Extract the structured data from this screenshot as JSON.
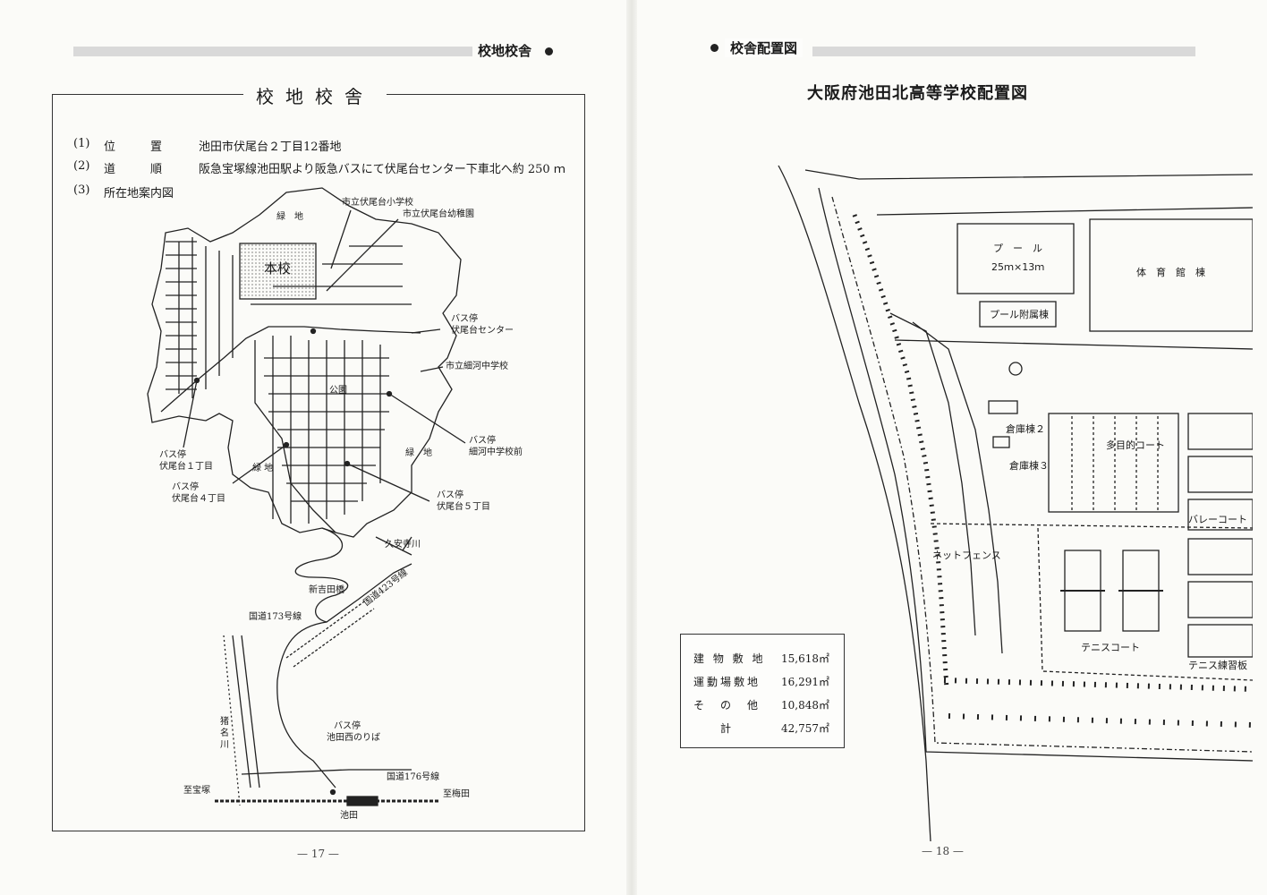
{
  "left_page": {
    "header": "校地校舎",
    "section_title": "校地校舎",
    "items": [
      {
        "num": "(1)",
        "label": "位　　　置",
        "value": "池田市伏尾台２丁目12番地"
      },
      {
        "num": "(2)",
        "label": "道　　　順",
        "value": "阪急宝塚線池田駅より阪急バスにて伏尾台センター下車北へ約 250 ｍ"
      },
      {
        "num": "(3)",
        "label": "所在地案内図",
        "value": ""
      }
    ],
    "map_labels": {
      "green1": "緑　地",
      "school": "本校",
      "elem_school": "市立伏尾台小学校",
      "kindergarten": "市立伏尾台幼稚園",
      "bus_center_1": "バス停",
      "bus_center_2": "伏尾台センター",
      "junior_high": "市立細河中学校",
      "park": "公園",
      "bus_1chome_1": "バス停",
      "bus_1chome_2": "伏尾台１丁目",
      "bus_hosogo_1": "バス停",
      "bus_hosogo_2": "細河中学校前",
      "green2": "緑　地",
      "bus_4chome_1": "バス停",
      "bus_4chome_2": "伏尾台４丁目",
      "green3": "緑 地",
      "bus_5chome_1": "バス停",
      "bus_5chome_2": "伏尾台５丁目",
      "river_kuyasuji": "久安寺川",
      "bridge": "新吉田橋",
      "route423": "国道423号線",
      "route173": "国道173号線",
      "river_ina_1": "猪",
      "river_ina_2": "名",
      "river_ina_3": "川",
      "bus_ikedanishi_1": "バス停",
      "bus_ikedanishi_2": "池田西のりば",
      "route176": "国道176号線",
      "to_takarazuka": "至宝塚",
      "to_umeda": "至梅田",
      "ikeda": "池田"
    },
    "page_number": "— 17 —"
  },
  "right_page": {
    "header": "校舎配置図",
    "title": "大阪府池田北高等学校配置図",
    "plan_labels": {
      "pool_1": "プ　ー　ル",
      "pool_2": "25ｍ×13ｍ",
      "gym": "体　育　館　棟",
      "pool_annex": "プール附属棟",
      "storage2": "倉庫棟２",
      "storage3": "倉庫棟３",
      "multi_court": "多目的コート",
      "volley_court": "バレーコート",
      "net_fence": "ネットフェンス",
      "tennis_court": "テニスコート",
      "tennis_wall": "テニス練習板"
    },
    "area_table": [
      {
        "label": "建 物 敷 地",
        "value": "15,618㎡"
      },
      {
        "label": "運動場敷地",
        "value": "16,291㎡"
      },
      {
        "label": "そ　の　他",
        "value": "10,848㎡"
      },
      {
        "label": "計",
        "value": "42,757㎡"
      }
    ],
    "page_number": "— 18 —"
  }
}
